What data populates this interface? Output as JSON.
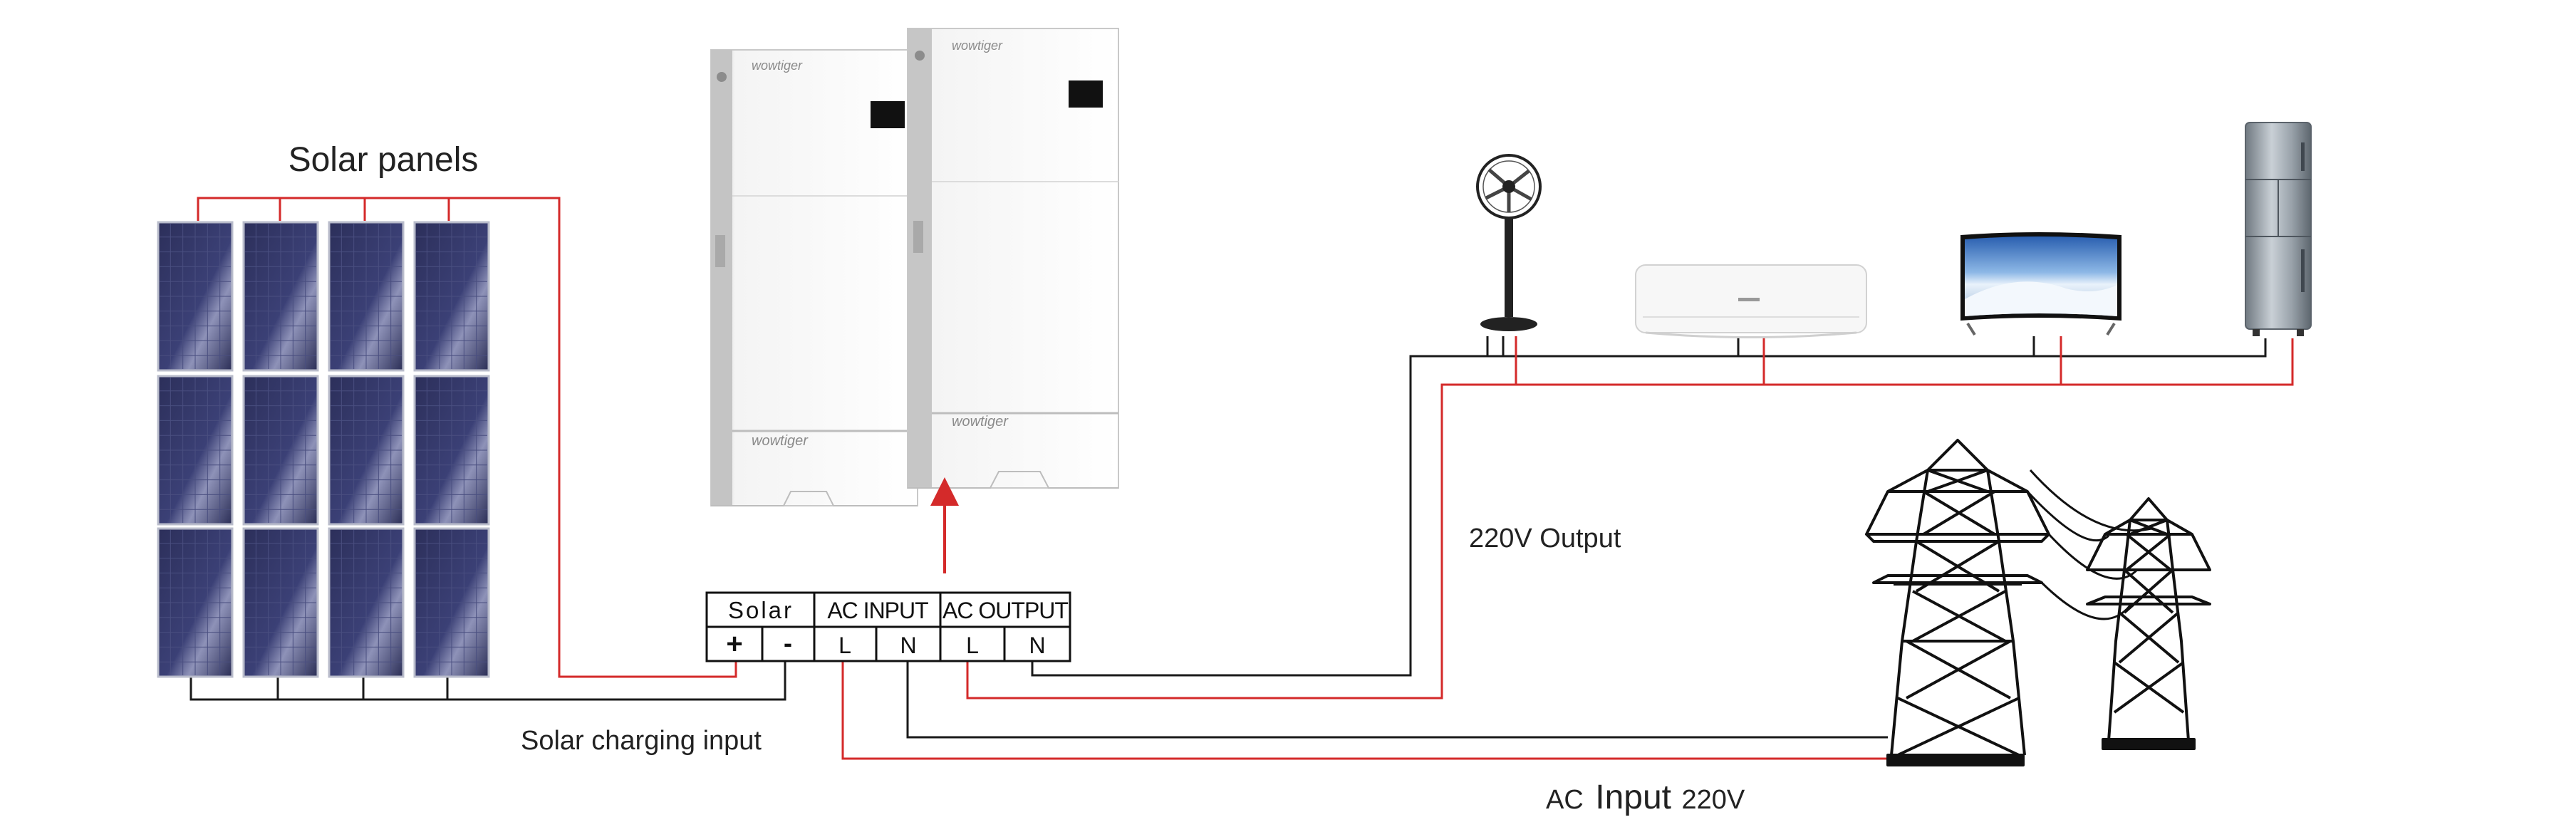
{
  "labels": {
    "solar_panels": "Solar panels",
    "solar_charging_input": "Solar charging input",
    "output_220v": "220V Output",
    "ac_input_prefix": "AC",
    "ac_input_word": "Input",
    "ac_input_suffix": "220V"
  },
  "terminal_block": {
    "groups": [
      "Solar",
      "AC INPUT",
      "AC OUTPUT"
    ],
    "terminals": [
      "+",
      "-",
      "L",
      "N",
      "L",
      "N"
    ]
  },
  "inverter": {
    "brand": "wowtiger"
  },
  "appliances": [
    "fan-icon",
    "air-conditioner-icon",
    "tv-icon",
    "refrigerator-icon"
  ],
  "colors": {
    "live_wire": "#d42a2a",
    "neutral_wire": "#1a1a1a",
    "panel_cell": "#2b2f57",
    "arrow": "#d42a2a"
  }
}
